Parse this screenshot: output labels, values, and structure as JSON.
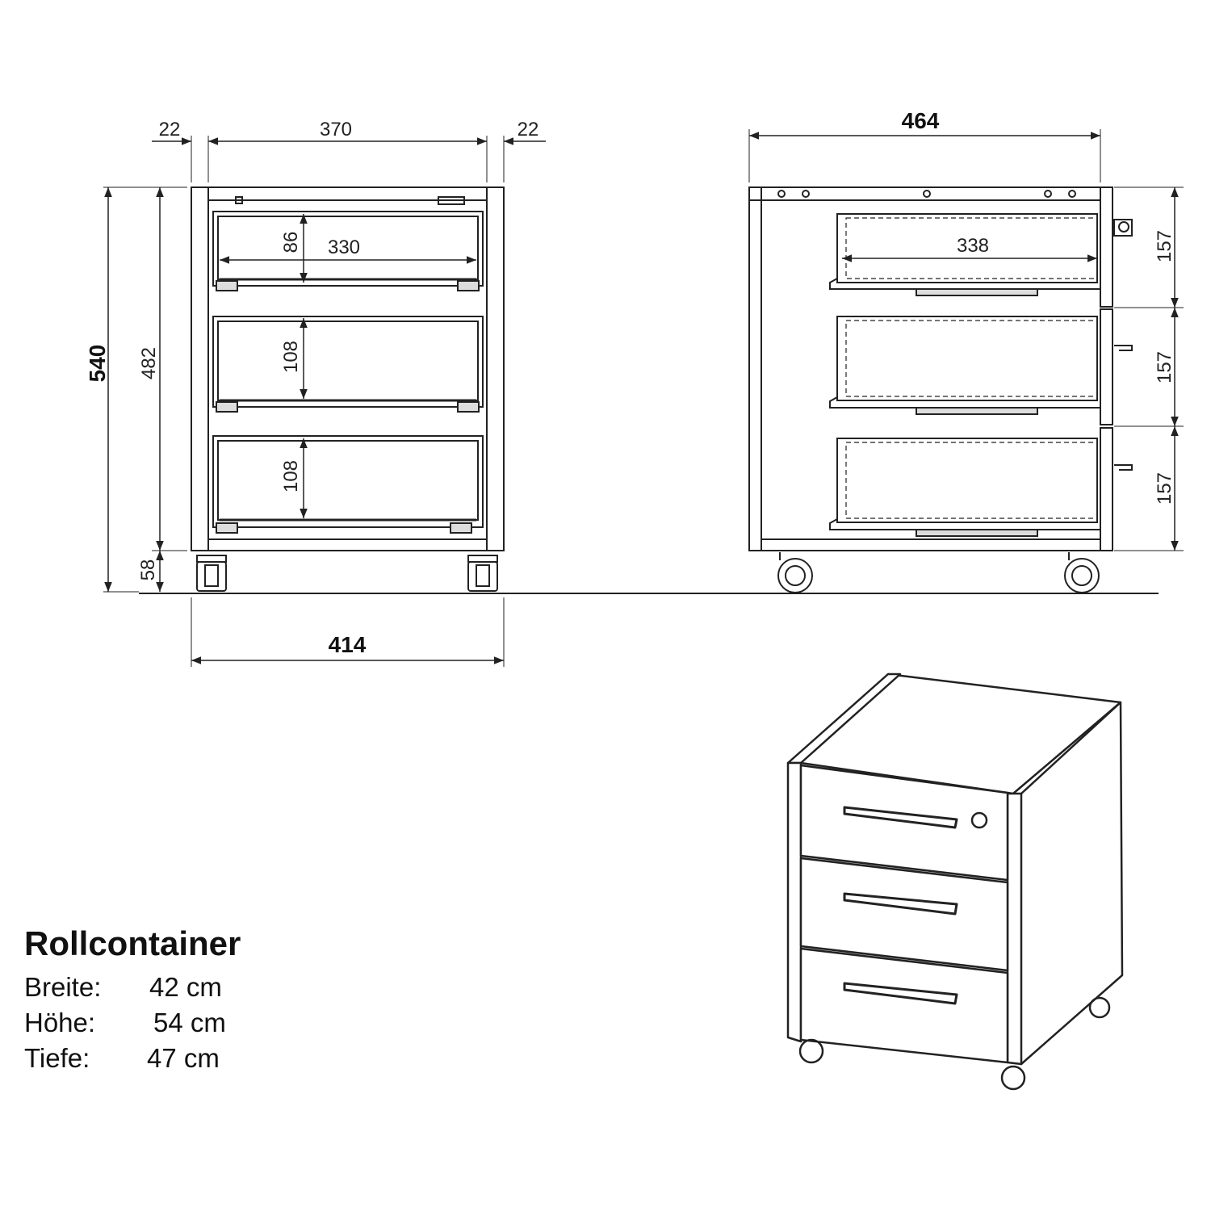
{
  "dimensions": {
    "front_left_margin": "22",
    "front_inner_width": "370",
    "front_right_margin": "22",
    "total_height": "540",
    "body_height": "482",
    "caster_height": "58",
    "total_width": "414",
    "drawer1_height": "86",
    "drawer_inner_width": "330",
    "drawer2_height": "108",
    "drawer3_height": "108",
    "total_depth": "464",
    "drawer_depth": "338",
    "front_panel_1": "157",
    "front_panel_2": "157",
    "front_panel_3": "157"
  },
  "spec": {
    "title": "Rollcontainer",
    "rows": [
      {
        "label": "Breite:",
        "value": "42 cm"
      },
      {
        "label": "Höhe:",
        "value": "54 cm"
      },
      {
        "label": "Tiefe:",
        "value": "47 cm"
      }
    ]
  },
  "colors": {
    "line": "#222222",
    "background": "#ffffff"
  }
}
